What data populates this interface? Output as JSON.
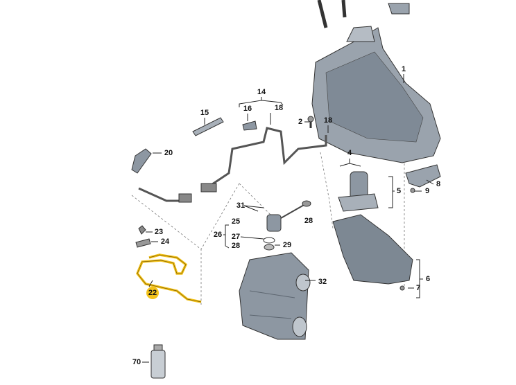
{
  "diagram": {
    "callouts": [
      {
        "id": "c1",
        "text": "1"
      },
      {
        "id": "c2",
        "text": "2"
      },
      {
        "id": "c4",
        "text": "4"
      },
      {
        "id": "c5",
        "text": "5"
      },
      {
        "id": "c6",
        "text": "6"
      },
      {
        "id": "c7",
        "text": "7"
      },
      {
        "id": "c8",
        "text": "8"
      },
      {
        "id": "c9",
        "text": "9"
      },
      {
        "id": "c14",
        "text": "14"
      },
      {
        "id": "c15",
        "text": "15"
      },
      {
        "id": "c16",
        "text": "16"
      },
      {
        "id": "c18a",
        "text": "18"
      },
      {
        "id": "c18b",
        "text": "18"
      },
      {
        "id": "c20",
        "text": "20"
      },
      {
        "id": "c22",
        "text": "22"
      },
      {
        "id": "c23",
        "text": "23"
      },
      {
        "id": "c24",
        "text": "24"
      },
      {
        "id": "c25",
        "text": "25"
      },
      {
        "id": "c26",
        "text": "26"
      },
      {
        "id": "c27",
        "text": "27"
      },
      {
        "id": "c28a",
        "text": "28"
      },
      {
        "id": "c28b",
        "text": "28"
      },
      {
        "id": "c29",
        "text": "29"
      },
      {
        "id": "c31",
        "text": "31"
      },
      {
        "id": "c32",
        "text": "32"
      },
      {
        "id": "c70",
        "text": "70"
      }
    ],
    "highlighted_part": "22",
    "colors": {
      "highlight": "#f3c21a",
      "part": "#9aa3ad",
      "part_dark": "#5d6670",
      "line": "#222222"
    }
  }
}
